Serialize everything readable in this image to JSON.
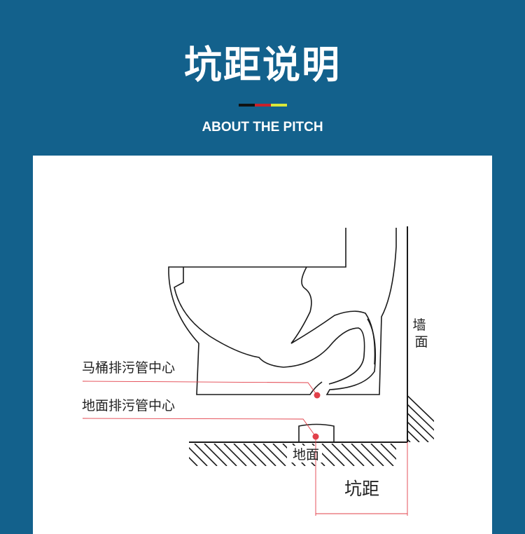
{
  "header": {
    "title": "坑距说明",
    "subtitle": "ABOUT THE PITCH",
    "underline_colors": [
      "#111111",
      "#c8202a",
      "#d8e83a"
    ]
  },
  "diagram": {
    "labels": {
      "toilet_drain_center": "马桶排污管中心",
      "floor_drain_center": "地面排污管中心",
      "wall": "墙面",
      "floor": "地面",
      "pitch": "坑距"
    },
    "colors": {
      "background": "#13618c",
      "panel": "#ffffff",
      "outline": "#1a1a1a",
      "marker": "#e2404a"
    }
  }
}
